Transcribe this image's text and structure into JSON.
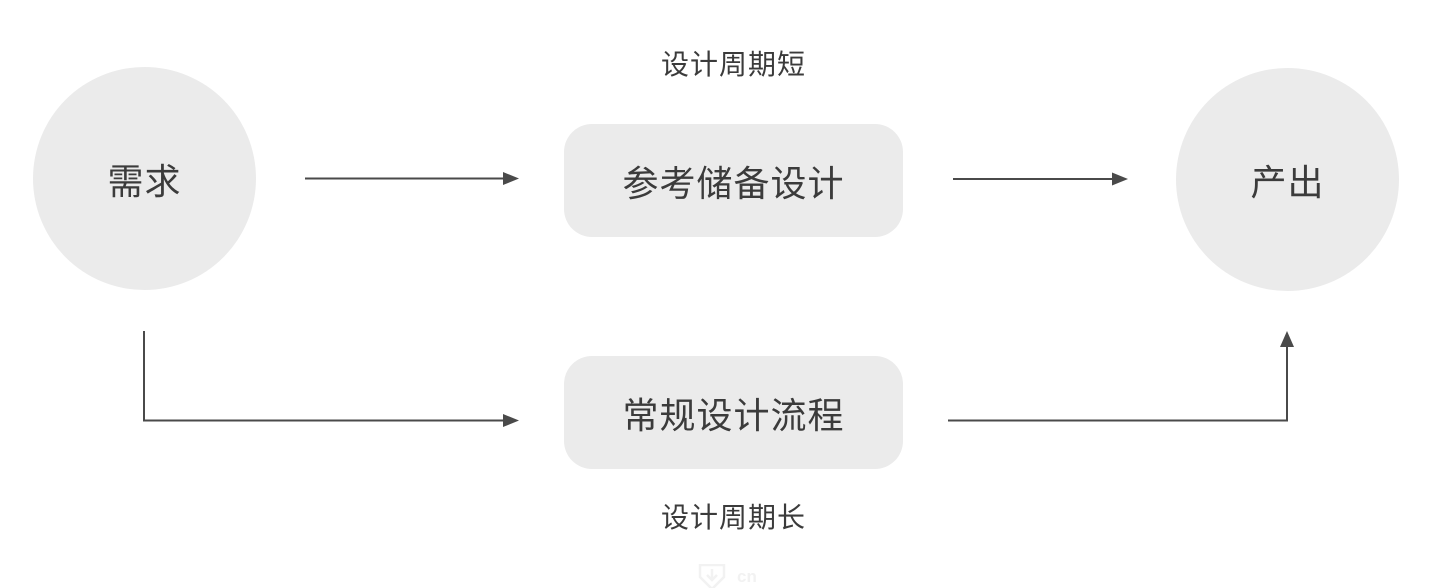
{
  "diagram": {
    "colors": {
      "background": "#ffffff",
      "node_fill": "#ebebeb",
      "text": "#3b3b3b",
      "arrow": "#4a4a4a"
    },
    "nodes": {
      "demand": {
        "label": "需求",
        "shape": "circle"
      },
      "reference_design": {
        "label": "参考储备设计",
        "shape": "rounded-rect"
      },
      "regular_process": {
        "label": "常规设计流程",
        "shape": "rounded-rect"
      },
      "output": {
        "label": "产出",
        "shape": "circle"
      }
    },
    "annotations": {
      "short_cycle": "设计周期短",
      "long_cycle": "设计周期长"
    },
    "edges": [
      {
        "from": "demand",
        "to": "reference_design",
        "style": "straight-arrow"
      },
      {
        "from": "reference_design",
        "to": "output",
        "style": "straight-arrow"
      },
      {
        "from": "demand",
        "to": "regular_process",
        "style": "elbow-arrow"
      },
      {
        "from": "regular_process",
        "to": "output",
        "style": "elbow-arrow"
      }
    ],
    "watermark": {
      "text": "cn"
    }
  }
}
